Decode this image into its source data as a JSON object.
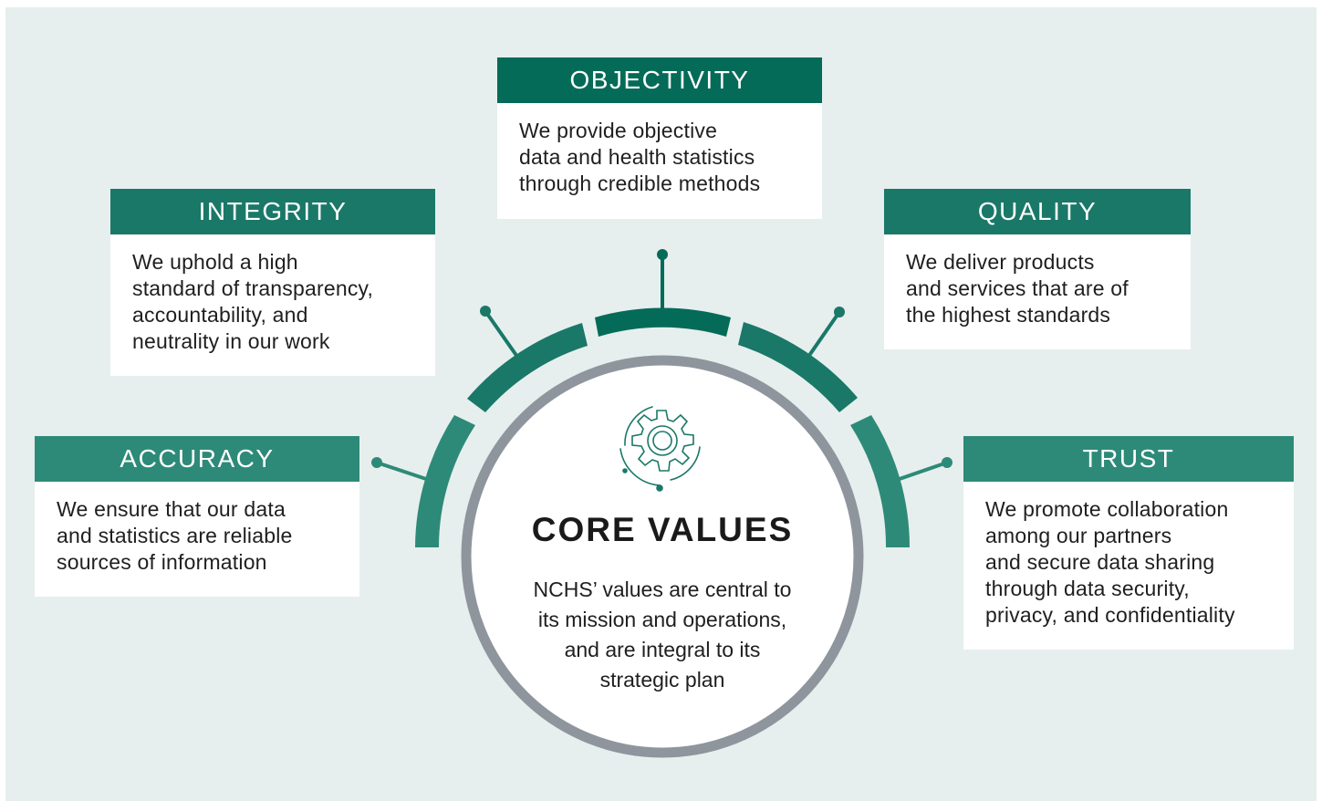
{
  "colors": {
    "background": "#e6efed",
    "dark_green": "#046b58",
    "mid_green": "#1a7868",
    "light_green": "#2e8a78",
    "circle_border": "#8e959d"
  },
  "center": {
    "title": "CORE VALUES",
    "description_lines": [
      "NCHS’ values are central to",
      "its mission and operations,",
      "and are integral to its",
      "strategic plan"
    ],
    "icon": "gear-icon"
  },
  "values": {
    "objectivity": {
      "title": "OBJECTIVITY",
      "color": "#046b58",
      "lines": [
        "We provide objective",
        "data and health statistics",
        "through credible methods"
      ]
    },
    "integrity": {
      "title": "INTEGRITY",
      "color": "#1a7868",
      "lines": [
        "We uphold a high",
        "standard of transparency,",
        "accountability, and",
        "neutrality in our work"
      ]
    },
    "quality": {
      "title": "QUALITY",
      "color": "#1a7868",
      "lines": [
        "We deliver products",
        "and services that are of",
        "the highest standards"
      ]
    },
    "accuracy": {
      "title": "ACCURACY",
      "color": "#2e8a78",
      "lines": [
        "We ensure that our data",
        "and statistics are reliable",
        "sources of information"
      ]
    },
    "trust": {
      "title": "TRUST",
      "color": "#2e8a78",
      "lines": [
        "We promote collaboration",
        "among our partners",
        "and secure data sharing",
        "through data security,",
        "privacy, and confidentiality"
      ]
    }
  }
}
